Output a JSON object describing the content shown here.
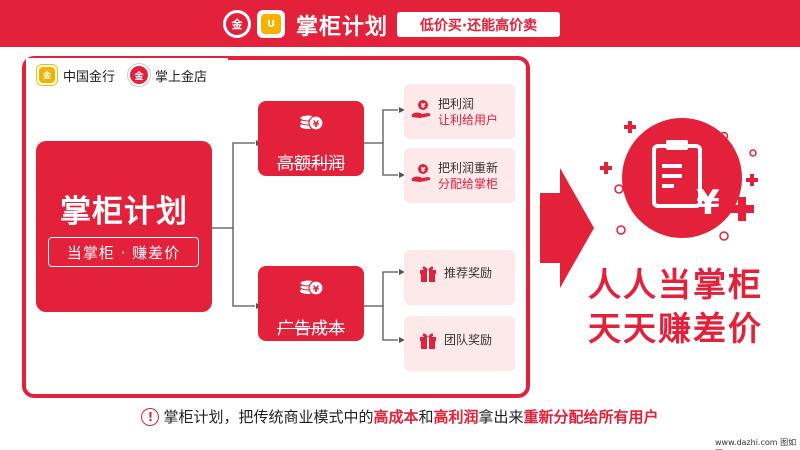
{
  "banner": {
    "title": "掌柜计划",
    "slogan": "低价买·还能高价卖",
    "logo1_text": "金",
    "logo2_text": "U"
  },
  "tab": {
    "item1": "中国金行",
    "item2": "掌上金店",
    "logo1_text": "金",
    "logo2_text": "金"
  },
  "plan": {
    "title": "掌柜计划",
    "subtitle": "当掌柜 · 赚差价"
  },
  "middle": {
    "high_profit": "高额利润",
    "ad_cost": "广告成本"
  },
  "right_items": {
    "item1_line1": "把利润",
    "item1_line2": "让利给用户",
    "item2_line1": "把利润重新",
    "item2_line2": "分配给掌柜",
    "item3": "推荐奖励",
    "item4": "团队奖励"
  },
  "result": {
    "line1": "人人当掌柜",
    "line2": "天天赚差价"
  },
  "footer": {
    "part1": "掌柜计划，把传统商业模式中的",
    "hl1": "高成本",
    "part2": "和",
    "hl2": "高利润",
    "part3": "拿出来",
    "hl3": "重新分配给所有用户"
  },
  "watermark": "www.dazhi.com 图如网",
  "colors": {
    "accent": "#e3213a",
    "pink": "#fde8ea"
  }
}
